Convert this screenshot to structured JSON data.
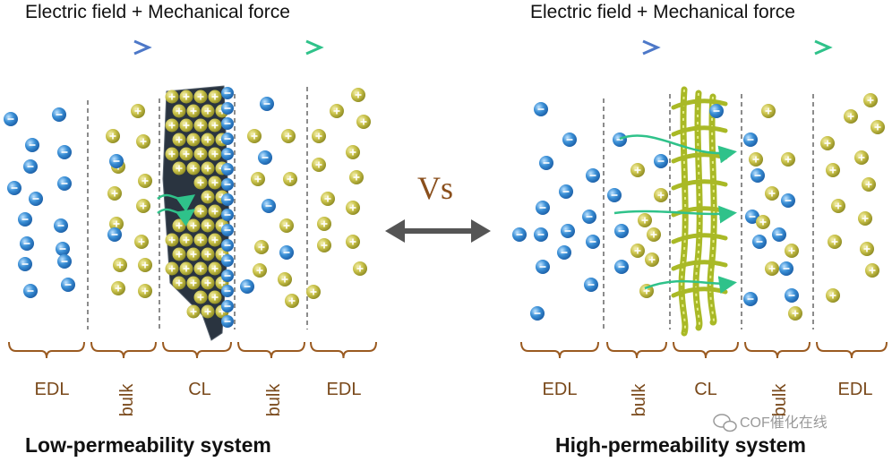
{
  "left_panel": {
    "heading": "Electric field + Mechanical force",
    "regions": [
      "EDL",
      "bulk",
      "CL",
      "bulk",
      "EDL"
    ],
    "caption": "Low-permeability system"
  },
  "right_panel": {
    "heading": "Electric field + Mechanical force",
    "regions": [
      "EDL",
      "bulk",
      "CL",
      "bulk",
      "EDL"
    ],
    "caption": "High-permeability system"
  },
  "center": {
    "vs_label": "Vs"
  },
  "watermark": {
    "text": "COF催化在线"
  },
  "colors": {
    "cation": "#c9c24a",
    "anion": "#3a8fd6",
    "arrow_blue": "#4d78c8",
    "arrow_green": "#2fc28a",
    "brace": "#9a5a20",
    "cof_dark": "#2a3440",
    "cof_green": "#b9c83a"
  },
  "icons": [
    "anion-ion-icon",
    "cation-ion-icon",
    "double-arrow-icon",
    "wechat-icon"
  ]
}
